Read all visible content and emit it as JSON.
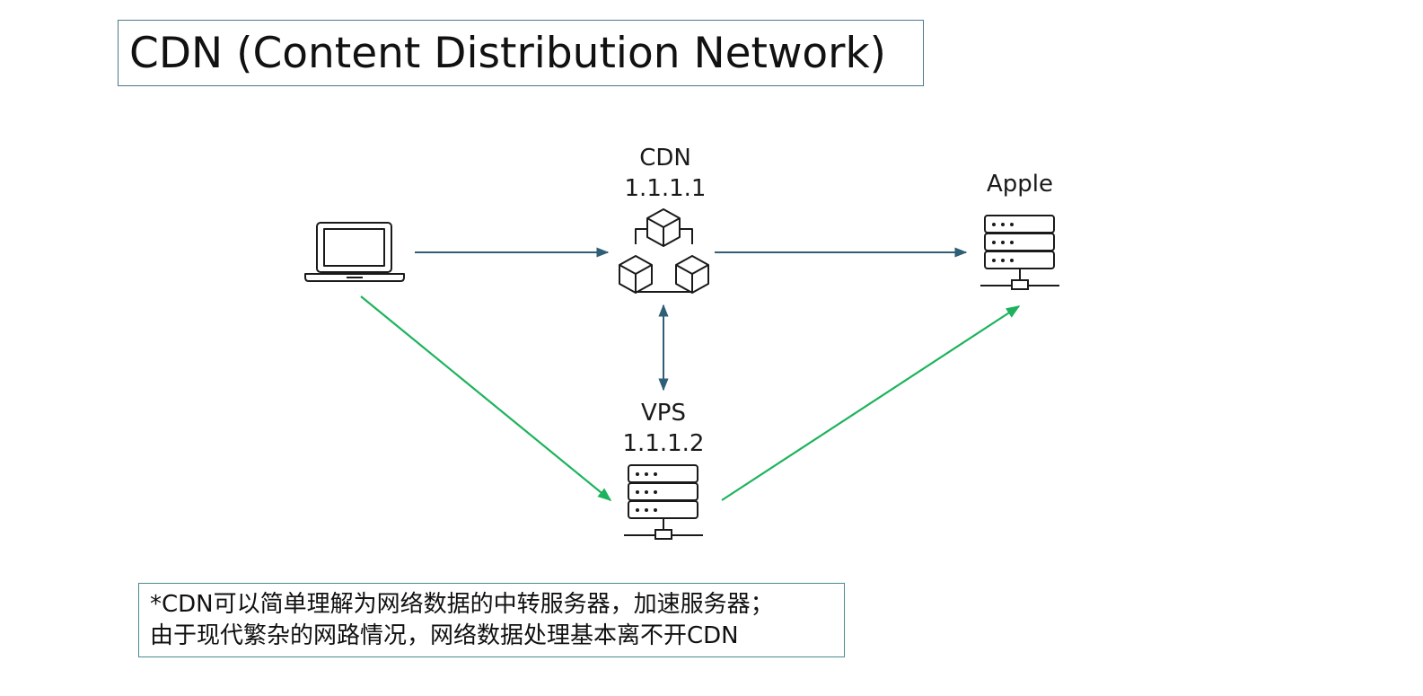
{
  "title": "CDN (Content Distribution Network)",
  "nodes": {
    "laptop": {
      "icon": "laptop-icon"
    },
    "cdn": {
      "name": "CDN",
      "ip": "1.1.1.1",
      "icon": "cdn-network-icon"
    },
    "apple": {
      "name": "Apple",
      "icon": "server-icon"
    },
    "vps": {
      "name": "VPS",
      "ip": "1.1.1.2",
      "icon": "server-icon"
    }
  },
  "edges": [
    {
      "from": "laptop",
      "to": "cdn",
      "direction": "forward",
      "color": "#2e5f77"
    },
    {
      "from": "cdn",
      "to": "apple",
      "direction": "forward",
      "color": "#2e5f77"
    },
    {
      "from": "cdn",
      "to": "vps",
      "direction": "both",
      "color": "#2e5f77"
    },
    {
      "from": "laptop",
      "to": "vps",
      "direction": "forward",
      "color": "#1db35c"
    },
    {
      "from": "vps",
      "to": "apple",
      "direction": "forward",
      "color": "#1db35c"
    }
  ],
  "note": {
    "line1": "*CDN可以简单理解为网络数据的中转服务器，加速服务器；",
    "line2": "由于现代繁杂的网路情况，网络数据处理基本离不开CDN"
  },
  "colors": {
    "title_border": "#4d7888",
    "note_border": "#4d8a8f",
    "blue_arrow": "#2e5f77",
    "green_arrow": "#1db35c",
    "icon_stroke": "#1a1a1a"
  }
}
